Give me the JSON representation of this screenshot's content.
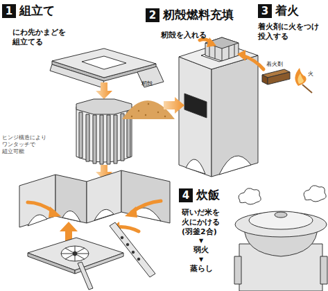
{
  "diagram": {
    "nodes": [
      {
        "text": [
          "1",
          "組立て"
        ]
      },
      {
        "text": [
          "2",
          "籾殻燃料充填"
        ]
      },
      {
        "text": [
          "3",
          "着火"
        ]
      },
      {
        "text": [
          "4",
          "炊飯"
        ]
      }
    ],
    "labels": [
      "にわ先かまどを 組立てる",
      "籾殻を入れる",
      "着火剤に火をつけ 投入する",
      "ヒンジ構造により ワンタッチで 組立可能",
      "籾殻",
      "着火剤",
      "火",
      "研いだ米を 火にかける (羽釜2合)",
      "▼",
      "弱火",
      "▼",
      "蒸らし"
    ]
  }
}
